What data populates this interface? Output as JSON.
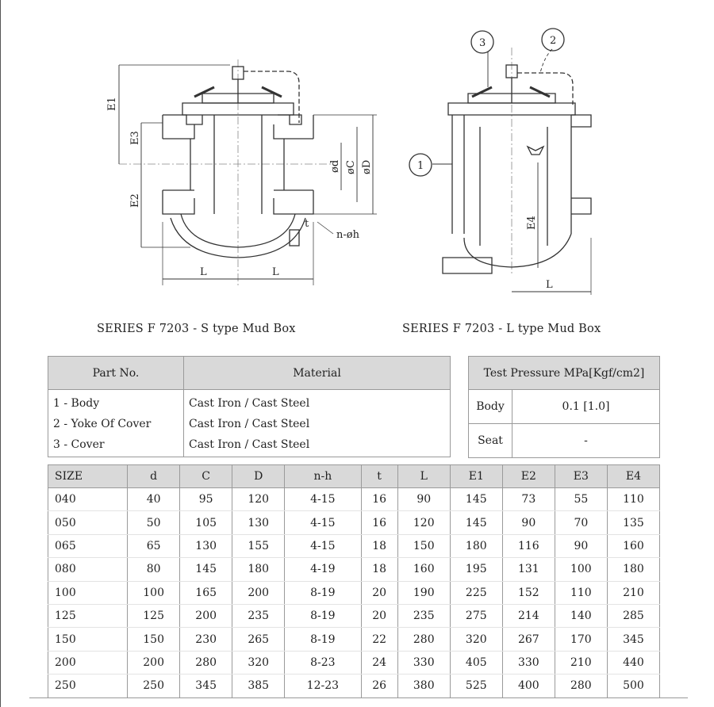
{
  "drawings": {
    "s_type": {
      "caption": "SERIES F 7203 - S type Mud Box",
      "labels": {
        "e1": "E1",
        "e2": "E2",
        "e3": "E3",
        "d": "ød",
        "c": "øC",
        "dd": "øD",
        "t": "t",
        "nh": "n-øh",
        "l_left": "L",
        "l_right": "L"
      }
    },
    "l_type": {
      "caption": "SERIES F 7203 - L type Mud Box",
      "labels": {
        "e4": "E4",
        "l": "L",
        "callout1": "1",
        "callout2": "2",
        "callout3": "3"
      }
    }
  },
  "parts_table": {
    "header_part": "Part No.",
    "header_material": "Material",
    "rows": [
      {
        "part": "1 - Body",
        "material": "Cast Iron / Cast Steel"
      },
      {
        "part": "2 - Yoke Of Cover",
        "material": "Cast Iron / Cast Steel"
      },
      {
        "part": "3 - Cover",
        "material": "Cast Iron / Cast Steel"
      }
    ]
  },
  "test_pressure": {
    "header": "Test Pressure MPa[Kgf/cm2]",
    "rows": [
      {
        "label": "Body",
        "value": "0.1 [1.0]"
      },
      {
        "label": "Seat",
        "value": "-"
      }
    ]
  },
  "size_table": {
    "headers": [
      "SIZE",
      "d",
      "C",
      "D",
      "n-h",
      "t",
      "L",
      "E1",
      "E2",
      "E3",
      "E4"
    ],
    "rows": [
      [
        "040",
        "40",
        "95",
        "120",
        "4-15",
        "16",
        "90",
        "145",
        "73",
        "55",
        "110"
      ],
      [
        "050",
        "50",
        "105",
        "130",
        "4-15",
        "16",
        "120",
        "145",
        "90",
        "70",
        "135"
      ],
      [
        "065",
        "65",
        "130",
        "155",
        "4-15",
        "18",
        "150",
        "180",
        "116",
        "90",
        "160"
      ],
      [
        "080",
        "80",
        "145",
        "180",
        "4-19",
        "18",
        "160",
        "195",
        "131",
        "100",
        "180"
      ],
      [
        "100",
        "100",
        "165",
        "200",
        "8-19",
        "20",
        "190",
        "225",
        "152",
        "110",
        "210"
      ],
      [
        "125",
        "125",
        "200",
        "235",
        "8-19",
        "20",
        "235",
        "275",
        "214",
        "140",
        "285"
      ],
      [
        "150",
        "150",
        "230",
        "265",
        "8-19",
        "22",
        "280",
        "320",
        "267",
        "170",
        "345"
      ],
      [
        "200",
        "200",
        "280",
        "320",
        "8-23",
        "24",
        "330",
        "405",
        "330",
        "210",
        "440"
      ],
      [
        "250",
        "250",
        "345",
        "385",
        "12-23",
        "26",
        "380",
        "525",
        "400",
        "280",
        "500"
      ]
    ]
  }
}
